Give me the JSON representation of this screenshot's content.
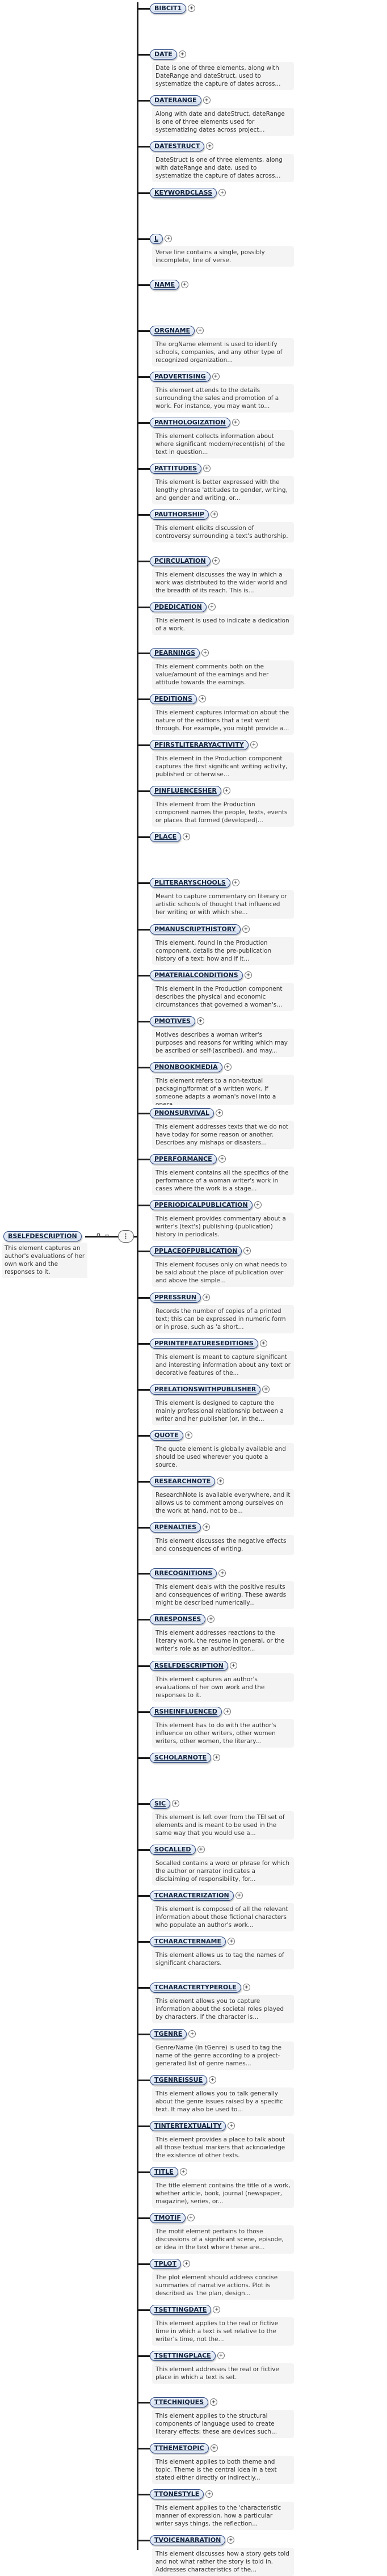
{
  "root": {
    "label": "BSELFDESCRIPTION",
    "description": "This element captures an author's evaluations of her own work and the responses to it.",
    "cardinality": "0..∞"
  },
  "children": [
    {
      "label": "BIBCIT1",
      "desc": ""
    },
    {
      "label": "DATE",
      "desc": "Date is one of three elements, along with DateRange and dateStruct, used to systematize the capture of dates across..."
    },
    {
      "label": "DATERANGE",
      "desc": "Along with date and dateStruct, dateRange is one of three elements used for systematizing dates across project..."
    },
    {
      "label": "DATESTRUCT",
      "desc": "DateStruct is one of three elements, along with dateRange and date, used to systematize the capture of dates across..."
    },
    {
      "label": "KEYWORDCLASS",
      "desc": ""
    },
    {
      "label": "L",
      "desc": "Verse line contains a single, possibly incomplete, line of verse."
    },
    {
      "label": "NAME",
      "desc": ""
    },
    {
      "label": "ORGNAME",
      "desc": "The orgName element is used to identify schools, companies, and any other type of recognized organization..."
    },
    {
      "label": "PADVERTISING",
      "desc": "This element attends to the details surrounding the sales and promotion of a work. For instance, you may want to..."
    },
    {
      "label": "PANTHOLOGIZATION",
      "desc": "This element collects information about where significant modern/recent(ish) of the text in question..."
    },
    {
      "label": "PATTITUDES",
      "desc": "This element is better expressed with the lengthy phrase 'attitudes to gender, writing, and gender and writing, or..."
    },
    {
      "label": "PAUTHORSHIP",
      "desc": "This element elicits discussion of controversy surrounding a text's authorship."
    },
    {
      "label": "PCIRCULATION",
      "desc": "This element discusses the way in which a work was distributed to the wider world and the breadth of its reach. This is..."
    },
    {
      "label": "PDEDICATION",
      "desc": "This element is used to indicate a dedication of a work."
    },
    {
      "label": "PEARNINGS",
      "desc": "This element comments both on the value/amount of the earnings and her attitude towards the earnings."
    },
    {
      "label": "PEDITIONS",
      "desc": "This element captures information about the nature of the editions that a text went through. For example, you might provide a..."
    },
    {
      "label": "PFIRSTLITERARYACTIVITY",
      "desc": "This element in the Production component captures the first significant writing activity, published or otherwise..."
    },
    {
      "label": "PINFLUENCESHER",
      "desc": "This element from the Production component names the people, texts, events or places that formed (developed)..."
    },
    {
      "label": "PLACE",
      "desc": ""
    },
    {
      "label": "PLITERARYSCHOOLS",
      "desc": "Meant to capture commentary on literary or artistic schools of thought that influenced her writing or with which she..."
    },
    {
      "label": "PMANUSCRIPTHISTORY",
      "desc": "This element, found in the Production component, details the pre-publication history of a text: how and if it..."
    },
    {
      "label": "PMATERIALCONDITIONS",
      "desc": "This element in the Production component describes the physical and economic circumstances that governed a woman's..."
    },
    {
      "label": "PMOTIVES",
      "desc": "Motives describes a woman writer's purposes and reasons for writing which may be ascribed or self-(ascribed), and may..."
    },
    {
      "label": "PNONBOOKMEDIA",
      "desc": "This element refers to a non-textual packaging/format of a written work. If someone adapts a woman's novel into a opera..."
    },
    {
      "label": "PNONSURVIVAL",
      "desc": "This element addresses texts that we do not have today for some reason or another. Describes any mishaps or disasters..."
    },
    {
      "label": "PPERFORMANCE",
      "desc": "This element contains all the specifics of the performance of a woman writer's work in cases where the work is a stage..."
    },
    {
      "label": "PPERIODICALPUBLICATION",
      "desc": "This element provides commentary about a writer's (text's) publishing (publication) history in periodicals."
    },
    {
      "label": "PPLACEOFPUBLICATION",
      "desc": "This element focuses only on what needs to be said about the place of publication over and above the simple..."
    },
    {
      "label": "PPRESSRUN",
      "desc": "Records the number of copies of a printed text; this can be expressed in numeric form or in prose, such as 'a short..."
    },
    {
      "label": "PPRINTEFEATURESEDITIONS",
      "desc": "This element is meant to capture significant and interesting information about any text or decorative features of the..."
    },
    {
      "label": "PRELATIONSWITHPUBLISHER",
      "desc": "This element is designed to capture the mainly professional relationship between a writer and her publisher (or, in the..."
    },
    {
      "label": "QUOTE",
      "desc": "The quote element is globally available and should be used wherever you quote a source."
    },
    {
      "label": "RESEARCHNOTE",
      "desc": "ResearchNote is available everywhere, and it allows us to comment among ourselves on the work at hand, not to be..."
    },
    {
      "label": "RPENALTIES",
      "desc": "This element discusses the negative effects and consequences of writing."
    },
    {
      "label": "RRECOGNITIONS",
      "desc": "This element deals with the positive results and consequences of writing. These awards might be described numerically..."
    },
    {
      "label": "RRESPONSES",
      "desc": "This element addresses reactions to the literary work, the resume in general, or the writer's role as an author/editor..."
    },
    {
      "label": "RSELFDESCRIPTION",
      "desc": "This element captures an author's evaluations of her own work and the responses to it."
    },
    {
      "label": "RSHEINFLUENCED",
      "desc": "This element has to do with the author's influence on other writers, other women writers, other women, the literary..."
    },
    {
      "label": "SCHOLARNOTE",
      "desc": ""
    },
    {
      "label": "SIC",
      "desc": "This element is left over from the TEI set of elements and is meant to be used in the same way that you would use a..."
    },
    {
      "label": "SOCALLED",
      "desc": "Socalled contains a word or phrase for which the author or narrator indicates a disclaiming of responsibility, for..."
    },
    {
      "label": "TCHARACTERIZATION",
      "desc": "This element is composed of all the relevant information about those fictional characters who populate an author's work..."
    },
    {
      "label": "TCHARACTERNAME",
      "desc": "This element allows us to tag the names of significant characters."
    },
    {
      "label": "TCHARACTERTYPEROLE",
      "desc": "This element allows you to capture information about the societal roles played by characters. If the character is..."
    },
    {
      "label": "TGENRE",
      "desc": "Genre/Name (in tGenre) is used to tag the name of the genre according to a project-generated list of genre names..."
    },
    {
      "label": "TGENREISSUE",
      "desc": "This element allows you to talk generally about the genre issues raised by a specific text. It may also be used to..."
    },
    {
      "label": "TINTERTEXTUALITY",
      "desc": "This element provides a place to talk about all those textual markers that acknowledge the existence of other texts."
    },
    {
      "label": "TITLE",
      "desc": "The title element contains the title of a work, whether article, book, journal (newspaper, magazine), series, or..."
    },
    {
      "label": "TMOTIF",
      "desc": "The motif element pertains to those discussions of a significant scene, episode, or idea in the text where these are..."
    },
    {
      "label": "TPLOT",
      "desc": "The plot element should address concise summaries of narrative actions. Plot is described as 'the plan, design..."
    },
    {
      "label": "TSETTINGDATE",
      "desc": "This element applies to the real or fictive time in which a text is set relative to the writer's time, not the..."
    },
    {
      "label": "TSETTINGPLACE",
      "desc": "This element addresses the real or fictive place in which a text is set."
    },
    {
      "label": "TTECHNIQUES",
      "desc": "This element applies to the structural components of language used to create literary effects: these are devices such..."
    },
    {
      "label": "TTHEMETOPIC",
      "desc": "This element applies to both theme and topic. Theme is the central idea in a text stated either directly or indirectly..."
    },
    {
      "label": "TTONESTYLE",
      "desc": "This element applies to the 'characteristic manner of expression, how a particular writer says things, the reflection..."
    },
    {
      "label": "TVOICENARRATION",
      "desc": "This element discusses how a story gets told and not what rather the story is told in. Addresses characteristics of the..."
    }
  ]
}
